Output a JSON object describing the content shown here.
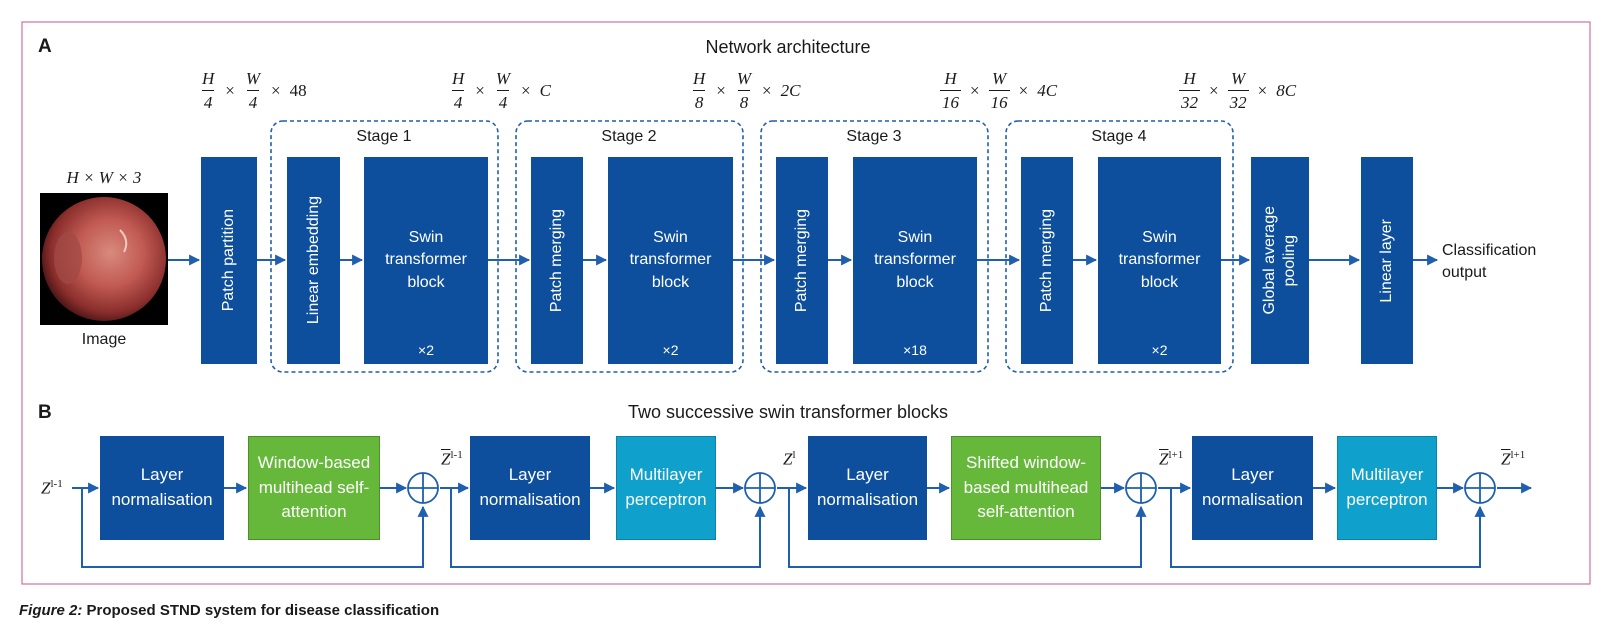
{
  "colors": {
    "block_dark": "#0d4f9c",
    "block_green": "#66b83a",
    "block_cyan": "#0fa0cc",
    "arrow": "#1f5fae",
    "frame": "#d6709a",
    "stage_border": "#1f5fae"
  },
  "panel_a": {
    "letter": "A",
    "title": "Network architecture",
    "input_dims": "H × W × 3",
    "input_label": "Image",
    "dims": [
      {
        "h": "H",
        "hd": "4",
        "w": "W",
        "wd": "4",
        "c": "48"
      },
      {
        "h": "H",
        "hd": "4",
        "w": "W",
        "wd": "4",
        "c": "C"
      },
      {
        "h": "H",
        "hd": "8",
        "w": "W",
        "wd": "8",
        "c": "2C"
      },
      {
        "h": "H",
        "hd": "16",
        "w": "W",
        "wd": "16",
        "c": "4C"
      },
      {
        "h": "H",
        "hd": "32",
        "w": "W",
        "wd": "32",
        "c": "8C"
      }
    ],
    "dim_op": "×",
    "stages": [
      "Stage 1",
      "Stage 2",
      "Stage 3",
      "Stage 4"
    ],
    "patch_partition": "Patch partition",
    "linear_embedding": "Linear embedding",
    "patch_merging": "Patch merging",
    "swin_line1": "Swin",
    "swin_line2": "transformer",
    "swin_line3": "block",
    "repeats": [
      "×2",
      "×2",
      "×18",
      "×2"
    ],
    "global_avg_line1": "Global average",
    "global_avg_line2": "pooling",
    "linear_layer": "Linear layer",
    "output_line1": "Classification",
    "output_line2": "output"
  },
  "panel_b": {
    "letter": "B",
    "title": "Two successive swin transformer blocks",
    "input_var": "Z",
    "input_sup": "l-1",
    "vars": [
      {
        "hat": true,
        "base": "Z",
        "sup": "l-1"
      },
      {
        "hat": false,
        "base": "Z",
        "sup": "l"
      },
      {
        "hat": true,
        "base": "Z",
        "sup": "l+1"
      },
      {
        "hat": true,
        "base": "Z",
        "sup": "l+1"
      }
    ],
    "layer_norm_line1": "Layer",
    "layer_norm_line2": "normalisation",
    "w_msa": [
      "Window-based",
      "multihead self-",
      "attention"
    ],
    "mlp": [
      "Multilayer",
      "perceptron"
    ],
    "sw_msa": [
      "Shifted window-",
      "based multihead",
      "self-attention"
    ]
  },
  "caption": {
    "label": "Figure 2:",
    "text": " Proposed STND system for disease classification"
  }
}
